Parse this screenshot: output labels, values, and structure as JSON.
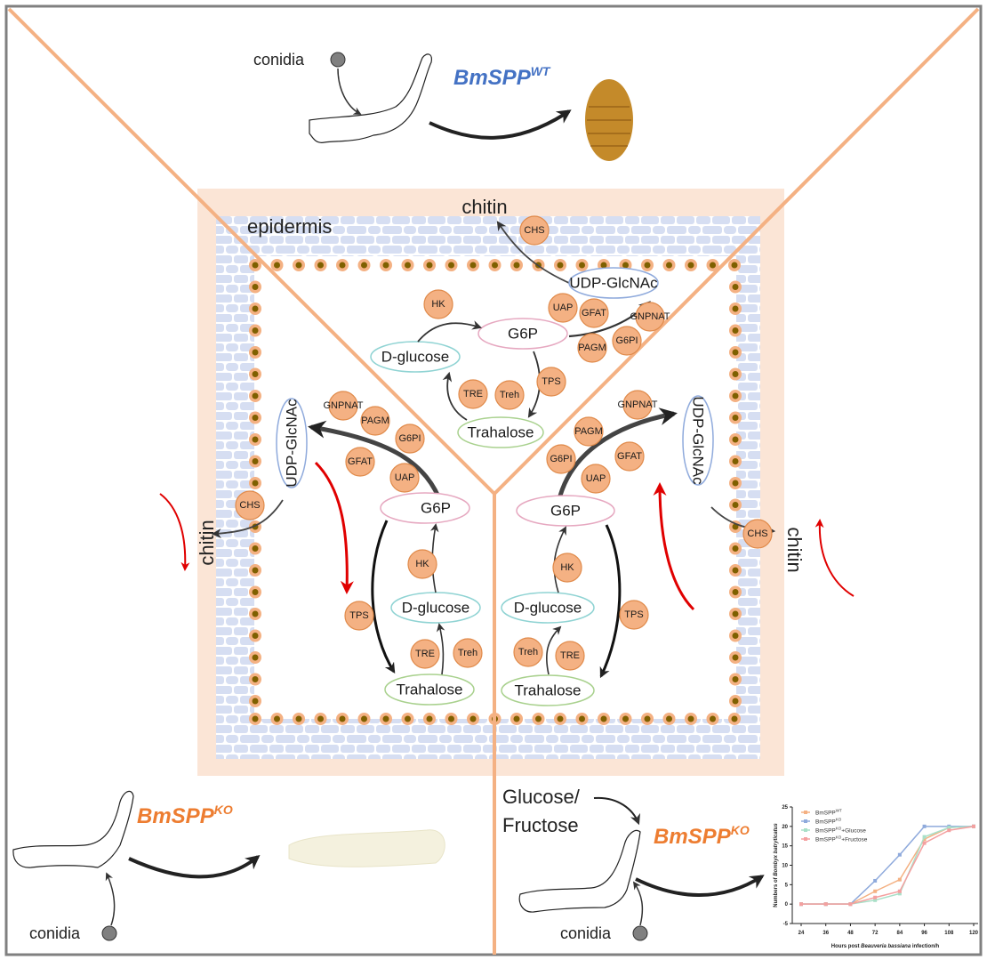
{
  "labels": {
    "epidermis": "epidermis",
    "chitin": "chitin",
    "conidia": "conidia",
    "sugar_line1": "Glucose/",
    "sugar_line2": "Fructose"
  },
  "genotypes": {
    "wt": {
      "base": "BmSPP",
      "sup": "WT",
      "color": "#4472c4"
    },
    "ko": {
      "base": "BmSPP",
      "sup": "KO",
      "color": "#ed7d31"
    }
  },
  "metabolites": {
    "udp": "UDP-GlcNAc",
    "g6p": "G6P",
    "dglucose": "D-glucose",
    "trehalose": "Trahalose"
  },
  "enzymes": [
    "CHS",
    "HK",
    "UAP",
    "GFAT",
    "GNPNAT",
    "PAGM",
    "G6PI",
    "TPS",
    "TRE",
    "Treh"
  ],
  "colors": {
    "frame": "#808080",
    "divider": "#f4b183",
    "membrane_bg": "#fbe5d6",
    "epidermis": "#d6def2",
    "enzyme_fill": "#f4b183",
    "enzyme_stroke": "#e08a4a",
    "dot": "#7f6000",
    "red_arrow": "#e00000",
    "udp_ring": "#8faadc",
    "g6p_ring": "#e6a8c0",
    "glucose_ring": "#8fd3d3",
    "trehalose_ring": "#a9d18e"
  },
  "chart_data": {
    "type": "line",
    "title": "",
    "xlabel_parts": [
      "Hours post ",
      "Beauveria bassiana",
      " infection/h"
    ],
    "ylabel_parts": [
      "Numbers of ",
      "Bombyx batryticatus"
    ],
    "x": [
      24,
      36,
      48,
      72,
      84,
      96,
      108,
      120
    ],
    "ylim": [
      -5,
      25
    ],
    "yticks": [
      -5,
      0,
      5,
      10,
      15,
      20,
      25
    ],
    "legend_position": "top-left",
    "series": [
      {
        "name": "BmSPP",
        "sup": "WT",
        "suffix": "",
        "color": "#f4b183",
        "values": [
          0,
          0,
          0,
          3.3,
          6.3,
          16.7,
          19.7,
          20
        ]
      },
      {
        "name": "BmSPP",
        "sup": "KO",
        "suffix": "",
        "color": "#8faadc",
        "values": [
          0,
          0,
          0,
          6.0,
          12.7,
          20,
          20,
          20
        ]
      },
      {
        "name": "BmSPP",
        "sup": "KO",
        "suffix": "+Glucose",
        "color": "#a9e0c8",
        "values": [
          0,
          0,
          0,
          1.0,
          2.7,
          17.3,
          19.7,
          20
        ]
      },
      {
        "name": "BmSPP",
        "sup": "KO",
        "suffix": "+Fructose",
        "color": "#f4a0a0",
        "values": [
          0,
          0,
          0,
          1.7,
          3.3,
          15.7,
          19.0,
          20
        ]
      }
    ]
  }
}
